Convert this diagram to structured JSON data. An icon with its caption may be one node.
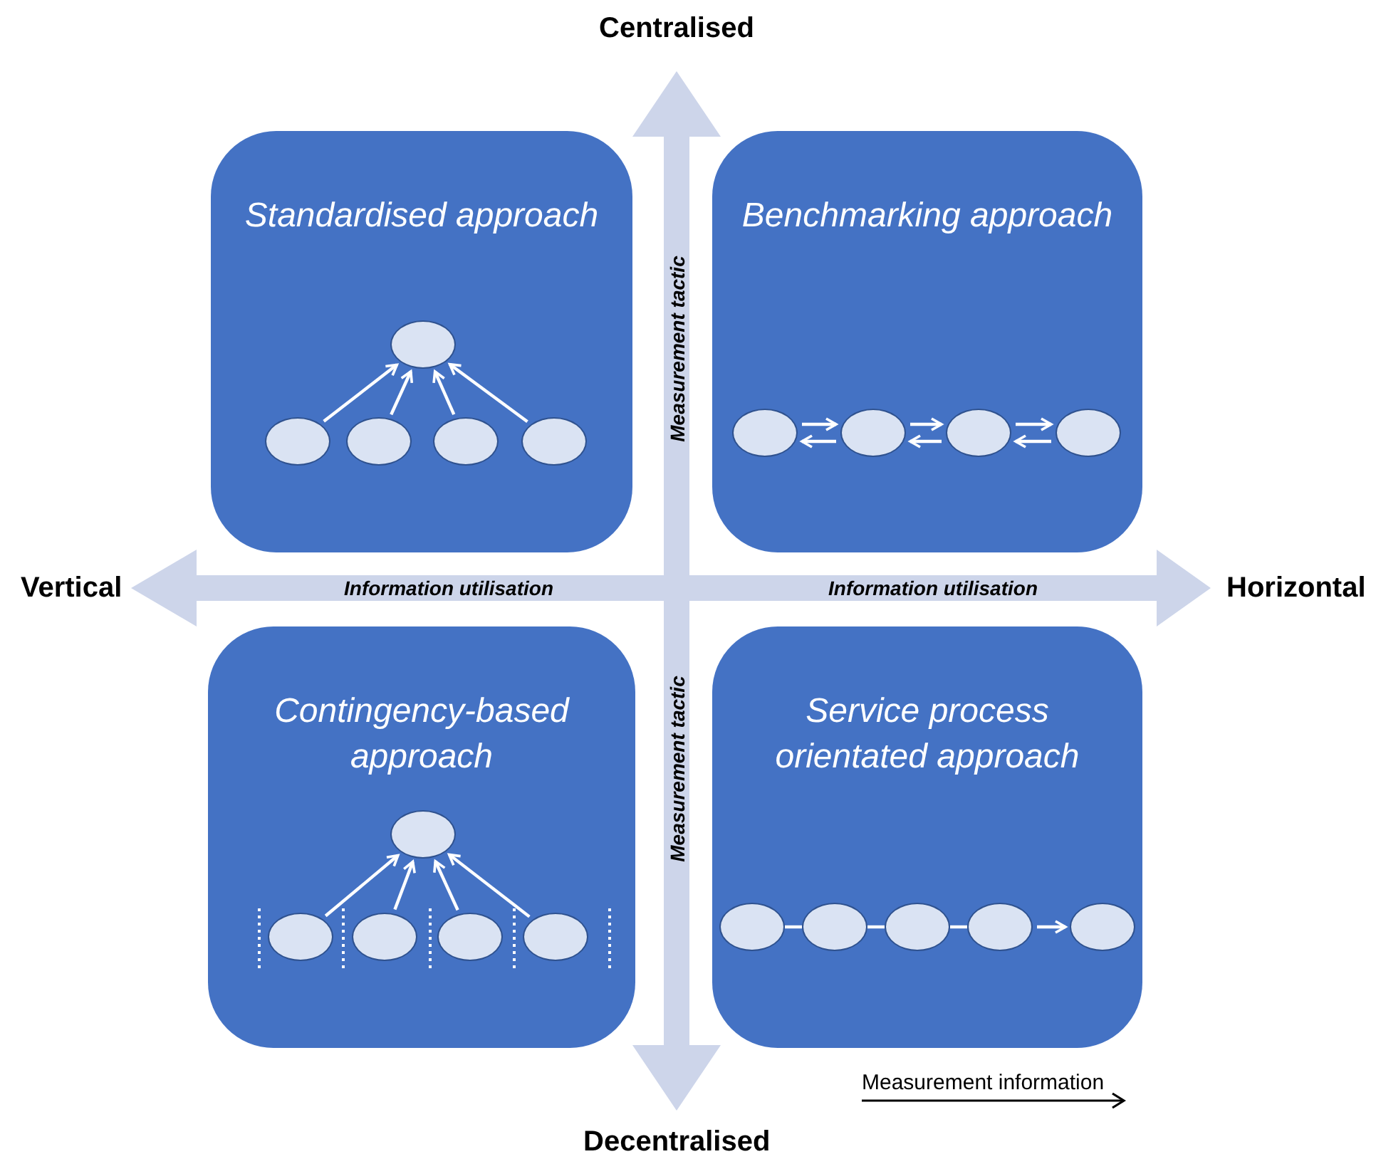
{
  "diagram": {
    "nodes": [
      {
        "text": [
          "Standardised approach"
        ]
      },
      {
        "text": [],
        "shape": "circle",
        "in": 0
      },
      {
        "text": [],
        "shape": "circle",
        "in": 0
      },
      {
        "text": [],
        "shape": "circle",
        "in": 0
      },
      {
        "text": [],
        "shape": "circle",
        "in": 0
      },
      {
        "text": [],
        "shape": "circle",
        "in": 0
      },
      {
        "text": [
          "Benchmarking approach"
        ]
      },
      {
        "text": [],
        "shape": "circle",
        "in": 6
      },
      {
        "text": [],
        "shape": "circle",
        "in": 6
      },
      {
        "text": [],
        "shape": "circle",
        "in": 6
      },
      {
        "text": [],
        "shape": "circle",
        "in": 6
      },
      {
        "text": [
          "Contingency-based approach"
        ]
      },
      {
        "text": [],
        "shape": "circle",
        "in": 11
      },
      {
        "text": [],
        "shape": "circle",
        "in": 11
      },
      {
        "text": [],
        "shape": "circle",
        "in": 11
      },
      {
        "text": [],
        "shape": "circle",
        "in": 11
      },
      {
        "text": [],
        "shape": "circle",
        "in": 11
      },
      {
        "text": [
          "Service process orientated approach"
        ]
      },
      {
        "text": [],
        "shape": "circle",
        "in": 17
      },
      {
        "text": [],
        "shape": "circle",
        "in": 17
      },
      {
        "text": [],
        "shape": "circle",
        "in": 17
      },
      {
        "text": [],
        "shape": "circle",
        "in": 17
      },
      {
        "text": [],
        "shape": "circle",
        "in": 17
      }
    ],
    "edges": [
      {
        "from": 2,
        "to": 1,
        "arrow": "to"
      },
      {
        "from": 3,
        "to": 1,
        "arrow": "to"
      },
      {
        "from": 4,
        "to": 1,
        "arrow": "to"
      },
      {
        "from": 5,
        "to": 1,
        "arrow": "to"
      },
      {
        "from": 7,
        "to": 8,
        "arrow": "to"
      },
      {
        "from": 8,
        "to": 7,
        "arrow": "to"
      },
      {
        "from": 8,
        "to": 9,
        "arrow": "to"
      },
      {
        "from": 9,
        "to": 8,
        "arrow": "to"
      },
      {
        "from": 9,
        "to": 10,
        "arrow": "to"
      },
      {
        "from": 10,
        "to": 9,
        "arrow": "to"
      },
      {
        "from": 13,
        "to": 12,
        "arrow": "to"
      },
      {
        "from": 14,
        "to": 12,
        "arrow": "to"
      },
      {
        "from": 15,
        "to": 12,
        "arrow": "to"
      },
      {
        "from": 16,
        "to": 12,
        "arrow": "to"
      },
      {
        "from": 18,
        "to": 19,
        "arrow": "none"
      },
      {
        "from": 19,
        "to": 20,
        "arrow": "none"
      },
      {
        "from": 20,
        "to": 21,
        "arrow": "none"
      },
      {
        "from": 21,
        "to": 22,
        "arrow": "to"
      }
    ],
    "labels": [
      "Centralised",
      "Measurement tactic",
      "Vertical",
      "Information utilisation",
      "Information utilisation",
      "Horizontal",
      "Measurement tactic",
      "Measurement information",
      "Decentralised"
    ]
  }
}
